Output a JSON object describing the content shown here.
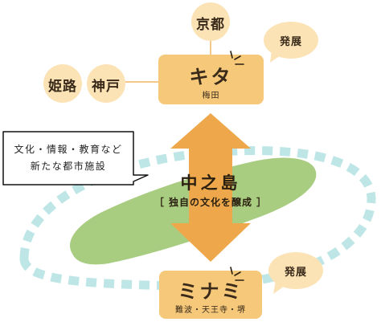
{
  "kita": {
    "title": "キタ",
    "subtitle": "梅田"
  },
  "minami": {
    "title": "ミナミ",
    "subtitle": "難波・天王寺・堺"
  },
  "nakanoshima": {
    "title": "中之島",
    "subtitle": "［ 独自の文化を醸成 ］"
  },
  "nodes": {
    "kyoto": "京都",
    "himeji": "姫路",
    "kobe": "神戸"
  },
  "bubbles": {
    "kita": "発展",
    "minami": "発展"
  },
  "callout": {
    "line1": "文化・情報・教育など",
    "line2": "新たな都市施設"
  },
  "colors": {
    "box_fill": "#f6c97a",
    "circle_fill": "#fbe3b6",
    "arrow": "#eea84b",
    "land": "#a8cc80",
    "dash": "#bfe6e6",
    "line": "#f3c88a"
  }
}
